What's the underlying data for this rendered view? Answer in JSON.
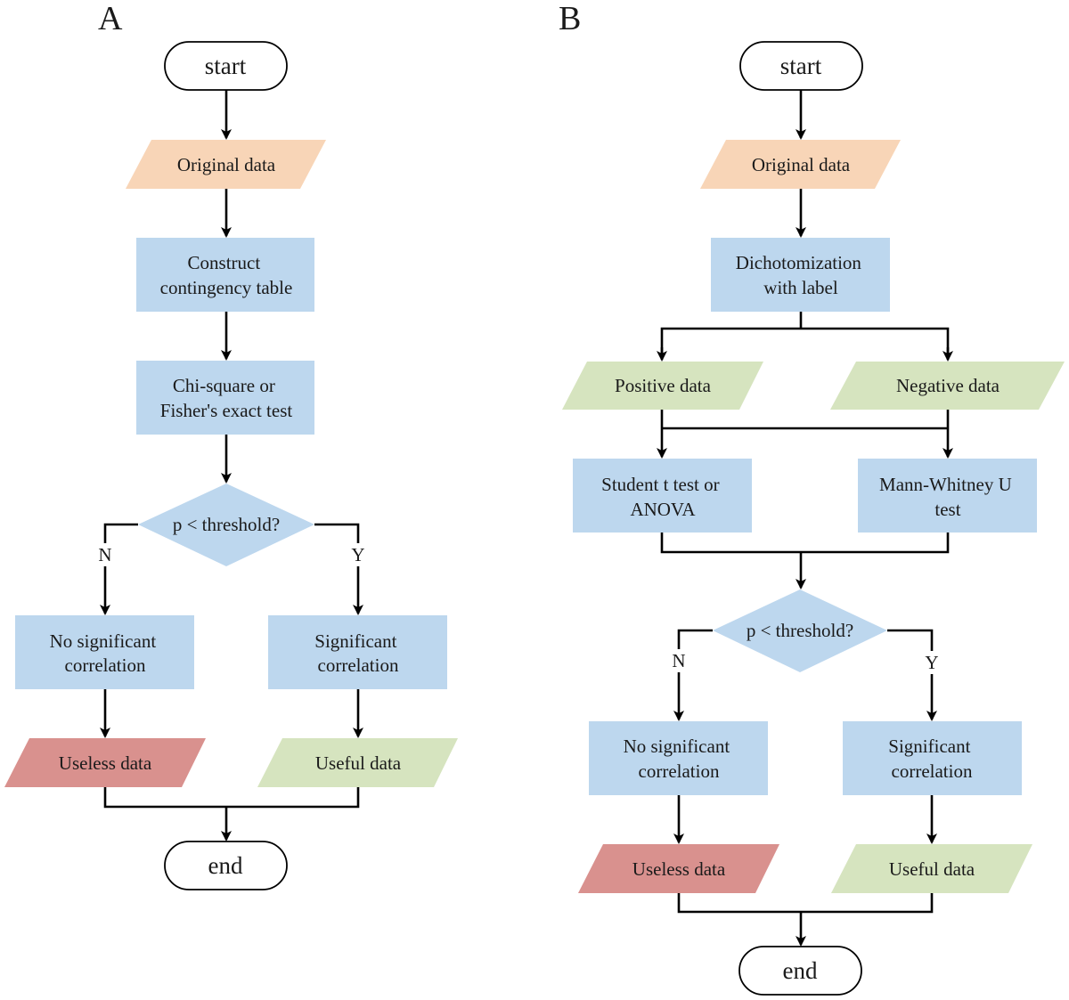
{
  "panels": [
    {
      "label": "A",
      "start": "start",
      "original_data": "Original data",
      "step1": [
        "Construct",
        "contingency table"
      ],
      "step2": [
        "Chi-square or",
        "Fisher's exact test"
      ],
      "decision": "p < threshold?",
      "no_label": "N",
      "yes_label": "Y",
      "no_result": [
        "No significant",
        "correlation"
      ],
      "yes_result": [
        "Significant",
        "correlation"
      ],
      "useless": "Useless data",
      "useful": "Useful data",
      "end": "end"
    },
    {
      "label": "B",
      "start": "start",
      "original_data": "Original data",
      "step1": [
        "Dichotomization",
        "with label"
      ],
      "positive": "Positive data",
      "negative": "Negative data",
      "test_left": [
        "Student t test or",
        "ANOVA"
      ],
      "test_right": [
        "Mann-Whitney U",
        "test"
      ],
      "decision": "p < threshold?",
      "no_label": "N",
      "yes_label": "Y",
      "no_result": [
        "No significant",
        "correlation"
      ],
      "yes_result": [
        "Significant",
        "correlation"
      ],
      "useless": "Useless data",
      "useful": "Useful data",
      "end": "end"
    }
  ],
  "colors": {
    "process": "#bdd7ee",
    "input": "#f8d5b7",
    "useful": "#d6e4bf",
    "useless": "#d9918e"
  }
}
